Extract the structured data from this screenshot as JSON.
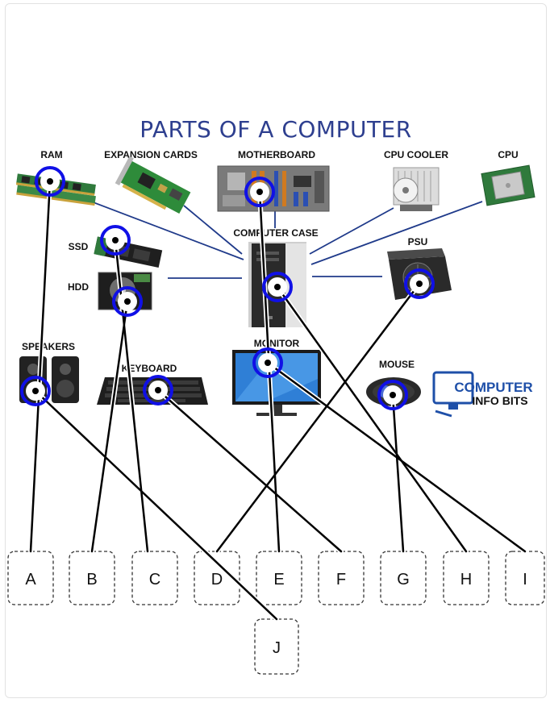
{
  "title": "PARTS OF A COMPUTER",
  "parts": {
    "ram": "RAM",
    "expansion_cards": "EXPANSION CARDS",
    "motherboard": "MOTHERBOARD",
    "cpu_cooler": "CPU COOLER",
    "cpu": "CPU",
    "computer_case": "COMPUTER CASE",
    "ssd": "SSD",
    "hdd": "HDD",
    "psu": "PSU",
    "speakers": "SPEAKERS",
    "keyboard": "KEYBOARD",
    "monitor": "MONITOR",
    "mouse": "MOUSE"
  },
  "logo": {
    "line1": "COMPUTER",
    "line2": "INFO BITS"
  },
  "answer_boxes": [
    "A",
    "B",
    "C",
    "D",
    "E",
    "F",
    "G",
    "H",
    "I",
    "J"
  ],
  "colors": {
    "title": "#2e3f8f",
    "connector": "#1f3a8a",
    "hotspot": "#1010e6",
    "line": "#000000"
  }
}
